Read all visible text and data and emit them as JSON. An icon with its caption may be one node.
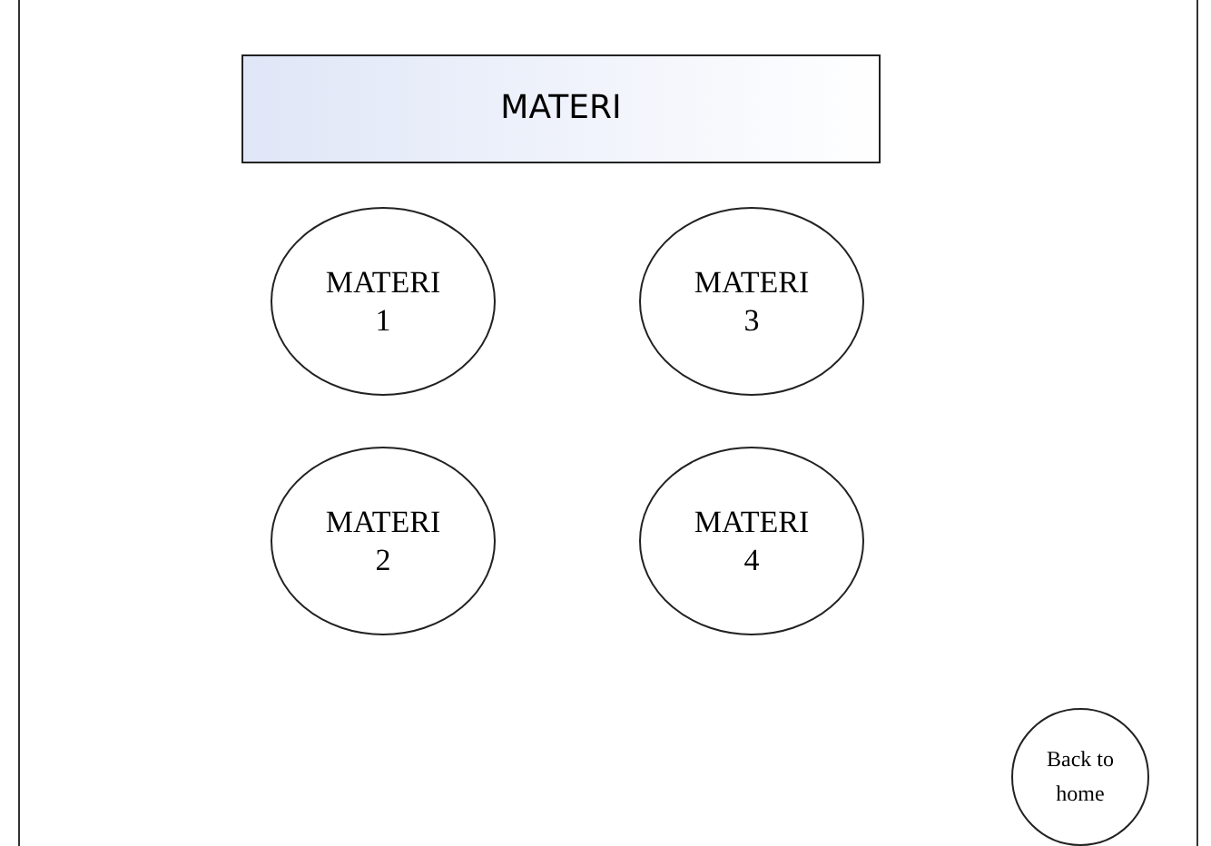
{
  "diagram": {
    "nodes": [
      {
        "text": [
          "MATERI"
        ]
      },
      {
        "text": [
          "MATERI 1"
        ]
      },
      {
        "text": [
          "MATERI 3"
        ]
      },
      {
        "text": [
          "MATERI 2"
        ]
      },
      {
        "text": [
          "MATERI 4"
        ]
      },
      {
        "text": [
          "Back to home"
        ]
      }
    ],
    "edges": []
  }
}
